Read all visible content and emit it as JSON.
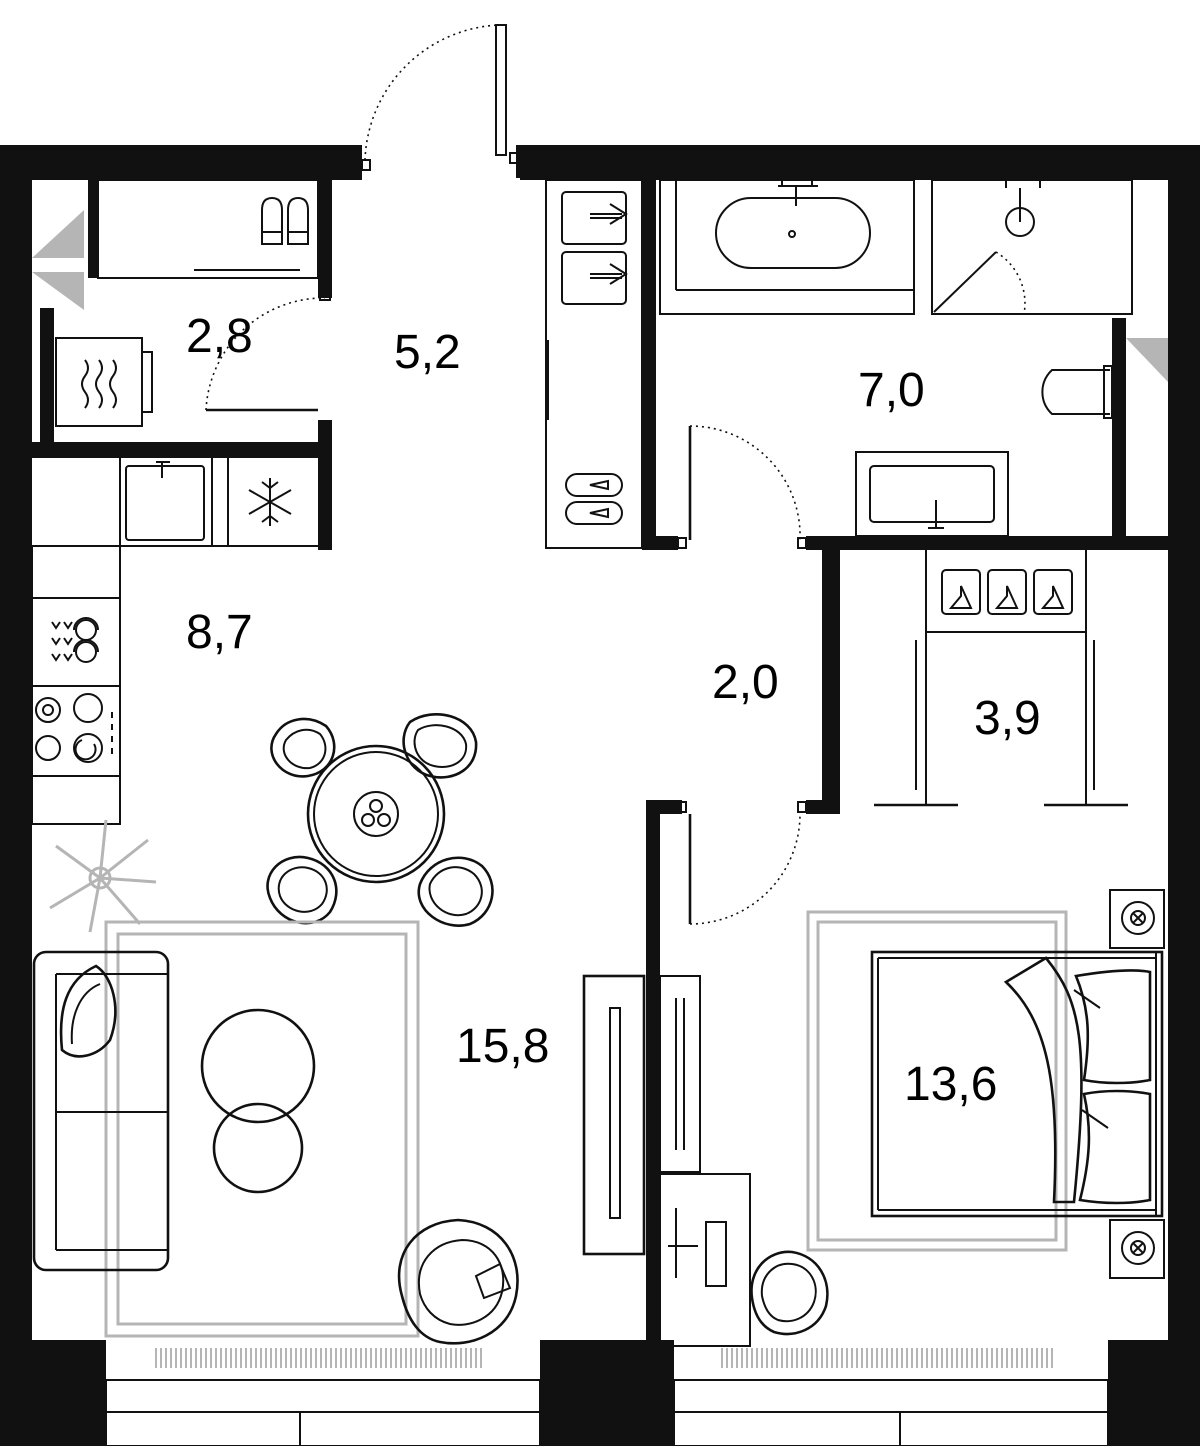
{
  "rooms": [
    {
      "id": "storage",
      "label": "2,8"
    },
    {
      "id": "hall",
      "label": "5,2"
    },
    {
      "id": "bathroom",
      "label": "7,0"
    },
    {
      "id": "kitchen",
      "label": "8,7"
    },
    {
      "id": "corridor",
      "label": "2,0"
    },
    {
      "id": "wardrobe",
      "label": "3,9"
    },
    {
      "id": "living",
      "label": "15,8"
    },
    {
      "id": "bedroom",
      "label": "13,6"
    }
  ],
  "colors": {
    "wall": "#111111",
    "line": "#111111",
    "furniture_grey": "#b5b5b5",
    "background": "#ffffff"
  },
  "icons": [
    "snowflake-icon",
    "bathtub-icon",
    "toilet-icon",
    "sink-icon",
    "stove-icon",
    "dishwasher-icon",
    "washing-machine-icon",
    "slippers-icon",
    "plant-icon",
    "socket-icon"
  ]
}
